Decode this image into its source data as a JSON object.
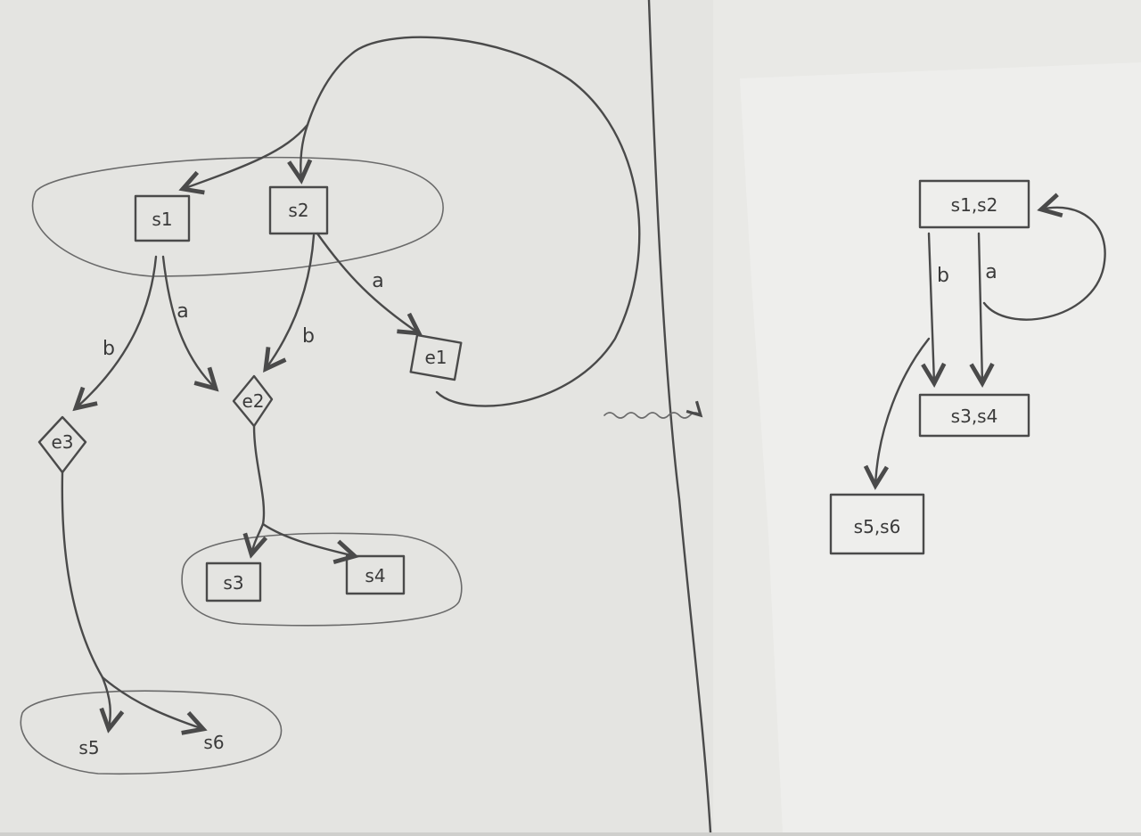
{
  "colors": {
    "paper_left": "#e4e4e1",
    "paper_right": "#ececea",
    "pencil": "#4a4a4a"
  },
  "left_diagram": {
    "nodes": {
      "s1": "s1",
      "s2": "s2",
      "s3": "s3",
      "s4": "s4",
      "s5": "s5",
      "s6": "s6",
      "e1": "e1",
      "e2": "e2",
      "e3": "e3"
    },
    "edge_labels": {
      "s1_b": "b",
      "s1_a": "a",
      "s2_b": "b",
      "s2_a": "a"
    }
  },
  "right_diagram": {
    "nodes": {
      "s12": "s1,s2",
      "s34": "s3,s4",
      "s56": "s5,s6"
    },
    "edge_labels": {
      "b": "b",
      "a": "a"
    }
  }
}
